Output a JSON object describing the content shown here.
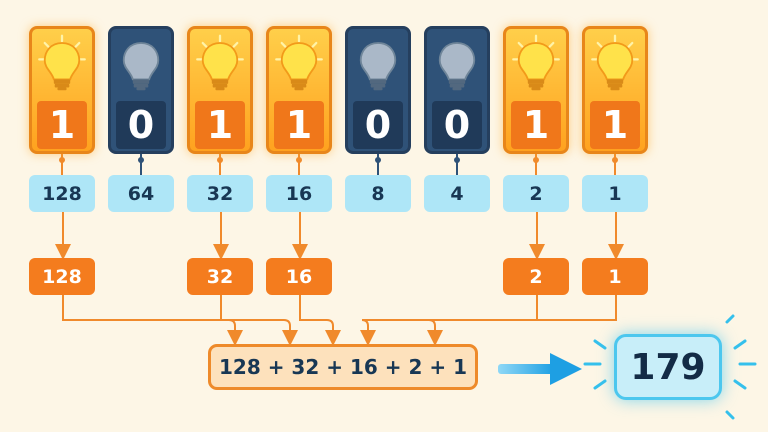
{
  "bits": [
    {
      "state": "1",
      "weight": "128",
      "product": "128"
    },
    {
      "state": "0",
      "weight": "64",
      "product": ""
    },
    {
      "state": "1",
      "weight": "32",
      "product": "32"
    },
    {
      "state": "1",
      "weight": "16",
      "product": "16"
    },
    {
      "state": "0",
      "weight": "8",
      "product": ""
    },
    {
      "state": "0",
      "weight": "4",
      "product": ""
    },
    {
      "state": "1",
      "weight": "2",
      "product": "2"
    },
    {
      "state": "1",
      "weight": "1",
      "product": "1"
    }
  ],
  "sum_expression": "128 + 32 + 16 + 2 + 1",
  "result": "179",
  "colors": {
    "on": "#ffb52e",
    "off": "#2f5278",
    "weight_box": "#aee6f7",
    "product_box": "#f47c1e",
    "result_glow": "#4cc7ee"
  },
  "icons": {
    "bulb_on": "lit-lightbulb-icon",
    "bulb_off": "unlit-lightbulb-icon",
    "arrow": "right-arrow-icon"
  }
}
